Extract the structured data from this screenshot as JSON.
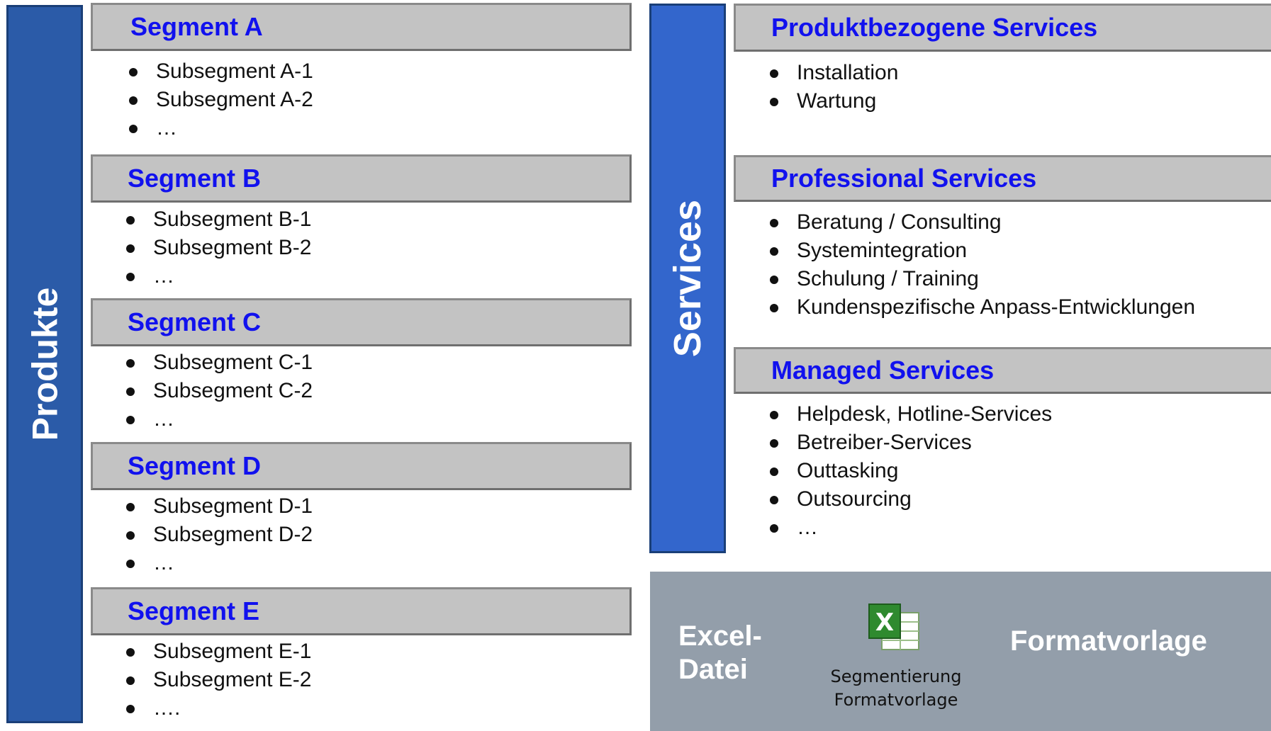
{
  "produkte": {
    "label": "Produkte",
    "segments": [
      {
        "title": "Segment A",
        "items": [
          "Subsegment A-1",
          "Subsegment A-2",
          "…"
        ]
      },
      {
        "title": "Segment B",
        "items": [
          "Subsegment B-1",
          "Subsegment B-2",
          "…"
        ]
      },
      {
        "title": "Segment C",
        "items": [
          "Subsegment C-1",
          "Subsegment C-2",
          "…"
        ]
      },
      {
        "title": "Segment D",
        "items": [
          "Subsegment D-1",
          "Subsegment D-2",
          "…"
        ]
      },
      {
        "title": "Segment E",
        "items": [
          "Subsegment E-1",
          "Subsegment E-2",
          "…."
        ]
      }
    ]
  },
  "services": {
    "label": "Services",
    "groups": [
      {
        "title": "Produktbezogene Services",
        "items": [
          "Installation",
          "Wartung"
        ]
      },
      {
        "title": "Professional Services",
        "items": [
          "Beratung / Consulting",
          "Systemintegration",
          "Schulung / Training",
          "Kundenspezifische Anpass-Entwicklungen"
        ]
      },
      {
        "title": "Managed Services",
        "items": [
          "Helpdesk, Hotline-Services",
          "Betreiber-Services",
          "Outtasking",
          "Outsourcing",
          "…"
        ]
      }
    ]
  },
  "excel_panel": {
    "label_line1": "Excel-",
    "label_line2": "Datei",
    "file_icon": "excel-file-icon",
    "file_name_line1": "Segmentierung",
    "file_name_line2": "Formatvorlage",
    "title": "Formatvorlage"
  },
  "colors": {
    "produkte_bar": "#2b5ba8",
    "services_bar": "#3366cc",
    "header_fill": "#c3c3c3",
    "header_text": "#1111ee",
    "panel_fill": "#939eaa"
  }
}
